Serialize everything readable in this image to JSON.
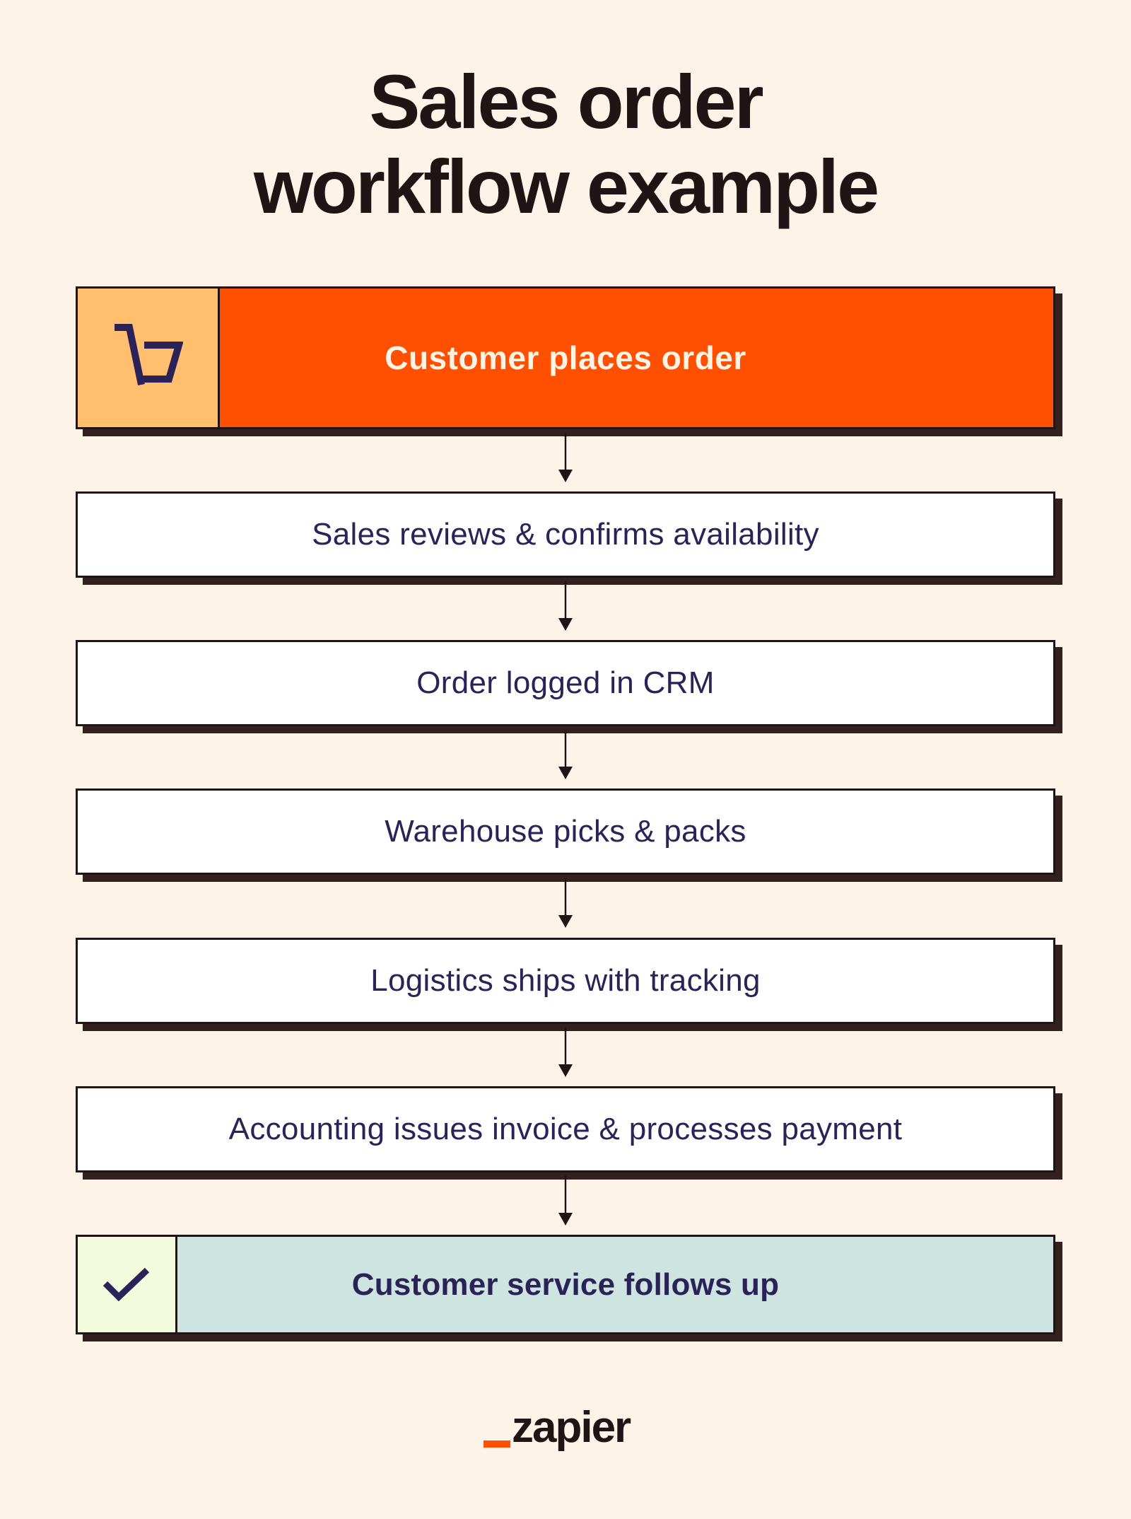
{
  "title": {
    "line1": "Sales order",
    "line2": "workflow example"
  },
  "colors": {
    "background": "#fef3e8",
    "ink": "#201515",
    "shadow": "#33211f",
    "accent_orange": "#ff4f00",
    "icon_panel_orange": "#ffbf6e",
    "text_navy": "#2b2358",
    "final_step_fill": "#cde4e0",
    "check_panel_fill": "#f2fbdc"
  },
  "workflow": {
    "steps": [
      {
        "label": "Customer places order",
        "icon": "shopping-cart-icon",
        "style": "start"
      },
      {
        "label": "Sales reviews & confirms availability",
        "style": "plain"
      },
      {
        "label": "Order logged in CRM",
        "style": "plain"
      },
      {
        "label": "Warehouse picks & packs",
        "style": "plain"
      },
      {
        "label": "Logistics ships with tracking",
        "style": "plain"
      },
      {
        "label": "Accounting issues invoice & processes payment",
        "style": "plain"
      },
      {
        "label": "Customer service follows up",
        "icon": "checkmark-icon",
        "style": "end"
      }
    ],
    "connector": "down-arrow-icon"
  },
  "logo": {
    "text": "zapier"
  }
}
